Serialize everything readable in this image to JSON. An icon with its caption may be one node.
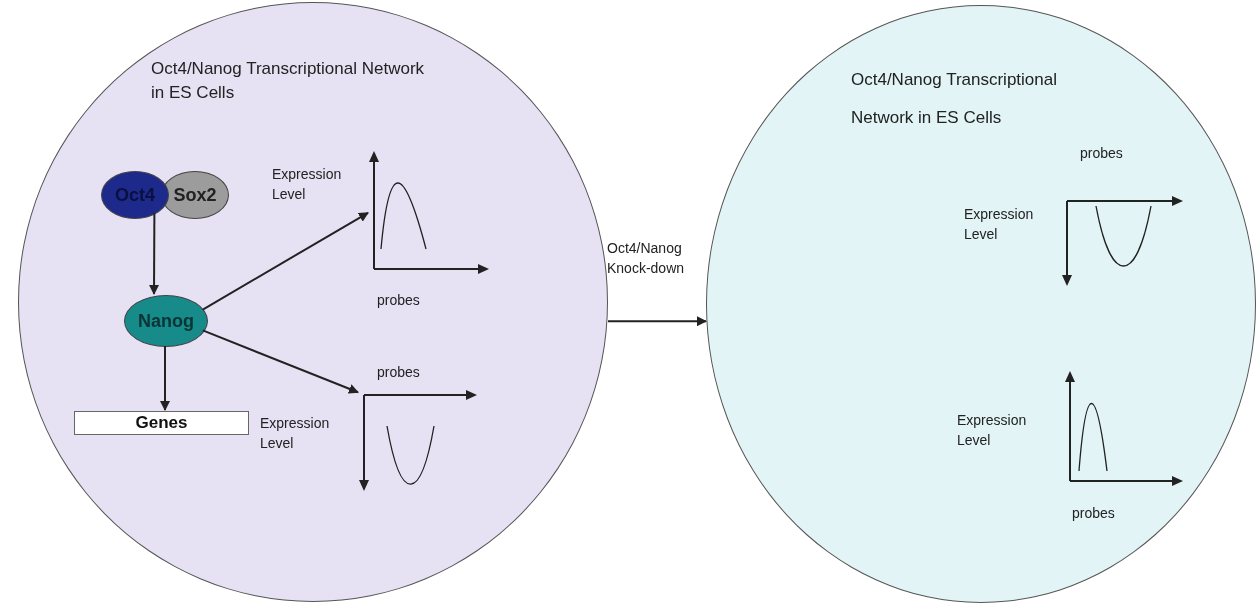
{
  "diagram": {
    "nodes": [
      {
        "text": [
          "Oct4/Nanog Transcriptional Network in ES Cells"
        ]
      },
      {
        "text": [
          "Oct4"
        ],
        "in": 0
      },
      {
        "text": [
          "Sox2"
        ],
        "in": 0
      },
      {
        "text": [
          "Nanog"
        ],
        "in": 0
      },
      {
        "text": [
          "Genes"
        ],
        "in": 0
      },
      {
        "text": [],
        "shape": "chart",
        "in": 0
      },
      {
        "text": [],
        "shape": "chart",
        "in": 0
      },
      {
        "text": [
          "Oct4/Nanog Transcriptional Network in ES Cells"
        ]
      },
      {
        "text": [],
        "shape": "chart",
        "in": 7
      },
      {
        "text": [],
        "shape": "chart",
        "in": 7
      }
    ],
    "labels": [
      "Expression Level",
      "probes",
      "probes",
      "Expression Level",
      "probes",
      "Expression Level",
      "Expression Level",
      "probes"
    ],
    "edges": [
      {
        "from": 1,
        "to": 3,
        "arrow": "to"
      },
      {
        "from": 3,
        "to": 4,
        "arrow": "to"
      },
      {
        "from": 3,
        "to": 5,
        "arrow": "to"
      },
      {
        "from": 3,
        "to": 6,
        "arrow": "to"
      },
      {
        "from": 0,
        "to": 7,
        "arrow": "to",
        "label": "Oct4/Nanog Knock-down"
      }
    ]
  }
}
